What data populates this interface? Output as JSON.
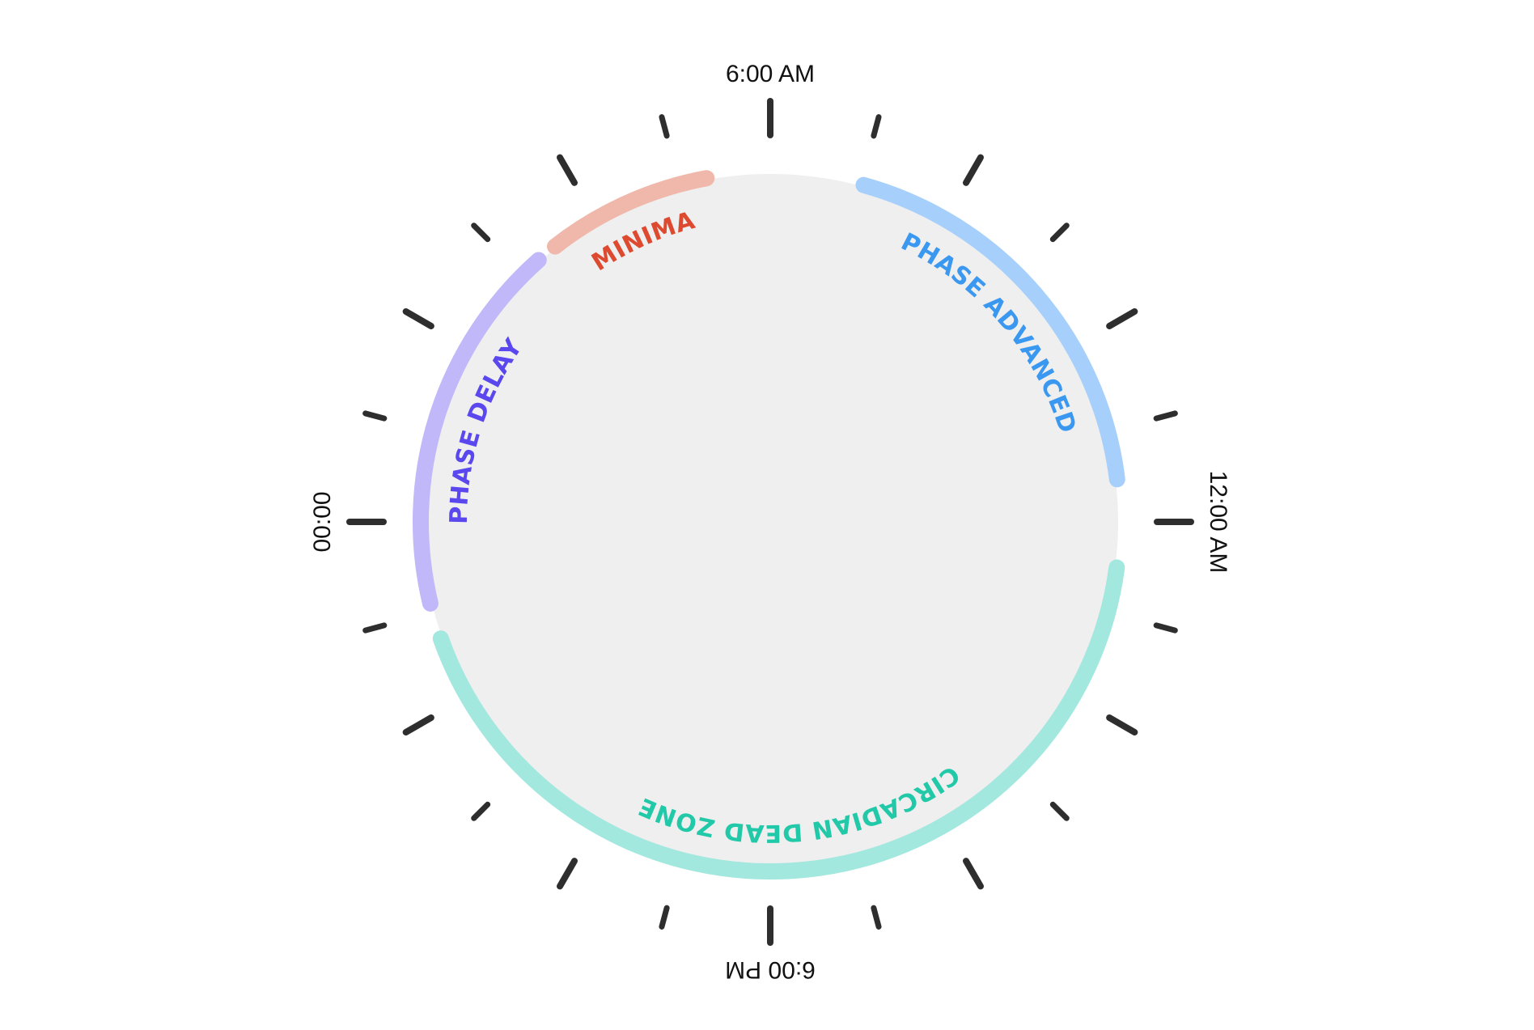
{
  "diagram": {
    "time_labels": [
      {
        "text": "6:00 AM",
        "angle_deg": 0
      },
      {
        "text": "12:00 AM",
        "angle_deg": 90
      },
      {
        "text": "6:00 PM",
        "angle_deg": 180
      },
      {
        "text": "00:00",
        "angle_deg": 270
      }
    ],
    "segments": [
      {
        "name": "phase-advanced",
        "label": "PHASE ADVANCED",
        "start_deg": 15.5,
        "end_deg": 83,
        "stroke_color": "#a6d0fb",
        "label_color": "#3b98f0"
      },
      {
        "name": "circadian-dead-zone",
        "label": "CIRCADIAN DEAD ZONE",
        "start_deg": 97.5,
        "end_deg": 250.5,
        "stroke_color": "#a2e8de",
        "label_color": "#22c9a9"
      },
      {
        "name": "phase-delay",
        "label": "PHASE DELAY",
        "start_deg": 256.5,
        "end_deg": 318.5,
        "stroke_color": "#c0b8f8",
        "label_color": "#5a48ee"
      },
      {
        "name": "minima",
        "label": "MINIMA",
        "start_deg": 322,
        "end_deg": 349.5,
        "stroke_color": "#efb8aa",
        "label_color": "#dd4a30"
      }
    ],
    "ticks_count": 24,
    "face_color": "#efefef",
    "tick_color": "#2e2e2e"
  }
}
